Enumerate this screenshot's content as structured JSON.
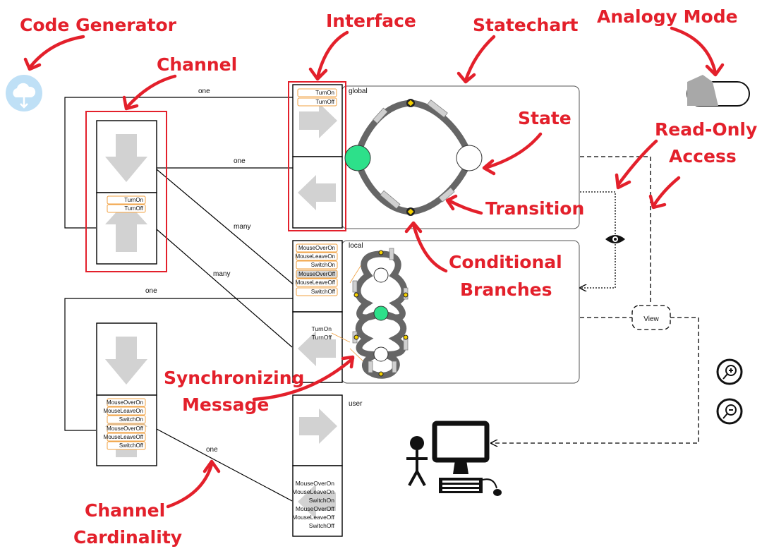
{
  "annotations": {
    "code_generator": "Code Generator",
    "interface": "Interface",
    "statechart": "Statechart",
    "analogy_mode": "Analogy Mode",
    "channel": "Channel",
    "state": "State",
    "read_only_line1": "Read-Only",
    "read_only_line2": "Access",
    "transition": "Transition",
    "conditional_line1": "Conditional",
    "conditional_line2": "Branches",
    "sync_line1": "Synchronizing",
    "sync_line2": "Message",
    "cardinality_line1": "Channel",
    "cardinality_line2": "Cardinality"
  },
  "cardinality_labels": {
    "top_one": "one",
    "mid_one": "one",
    "many_1": "many",
    "many_2": "many",
    "lower_one": "one",
    "bottom_one": "one"
  },
  "components": {
    "global": {
      "name": "global",
      "messages": [
        "TurnOn",
        "TurnOff"
      ]
    },
    "local": {
      "name": "local",
      "messages": [
        "MouseOverOn",
        "MouseLeaveOn",
        "SwitchOn",
        "MouseOverOff",
        "MouseLeaveOff",
        "SwitchOff"
      ],
      "lower_messages": [
        "TurnOn",
        "TurnOff"
      ]
    },
    "user": {
      "name": "user",
      "messages": [
        "MouseOverOn",
        "MouseLeaveOn",
        "SwitchOn",
        "MouseOverOff",
        "MouseLeaveOff",
        "SwitchOff"
      ]
    },
    "left_top_channel": {
      "messages": [
        "TurnOn",
        "TurnOff"
      ]
    },
    "left_bottom_channel": {
      "messages": [
        "MouseOverOn",
        "MouseLeaveOn",
        "SwitchOn",
        "MouseOverOff",
        "MouseLeaveOff",
        "SwitchOff"
      ]
    }
  },
  "view_button": "View",
  "icons": {
    "cloud": "cloud-icon",
    "eye": "eye-icon",
    "zoom_in": "zoom-in-icon",
    "zoom_out": "zoom-out-icon",
    "user": "user-at-computer-icon",
    "toggle": "analogy-toggle-icon"
  },
  "colors": {
    "annotation_red": "#e3202b",
    "active_state": "#2de08a",
    "pill_border": "#f0a040",
    "arrow_gray": "#d2d2d2",
    "cloud_blue": "#bfe0f6"
  }
}
